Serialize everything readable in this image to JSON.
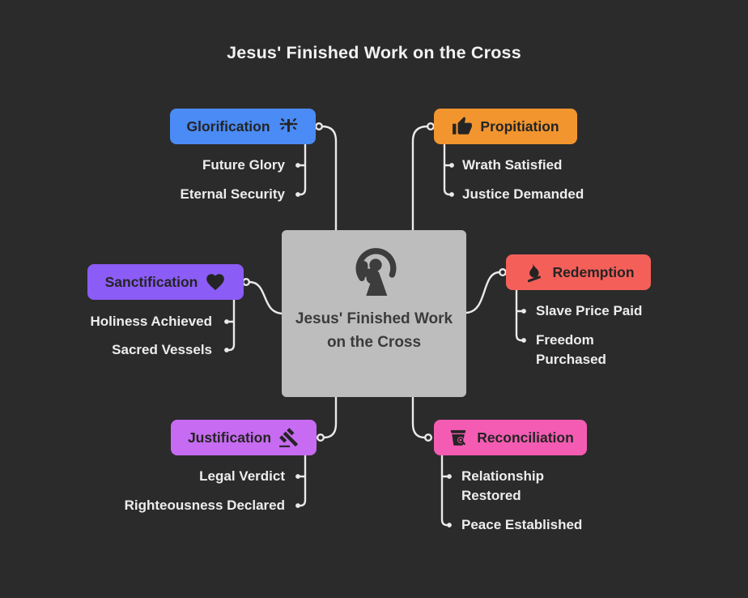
{
  "title": "Jesus' Finished Work on the Cross",
  "colors": {
    "background": "#2B2B2B",
    "wire": "#EAEAEA",
    "item_text": "#EDEDED",
    "node_text": "#242424",
    "center_bg": "#BDBDBD",
    "center_text": "#3B3B3B"
  },
  "center": {
    "label": "Jesus' Finished Work on the Cross",
    "icon": "person-praising-icon"
  },
  "branches": [
    {
      "label": "Glorification",
      "icon": "shining-cross-icon",
      "color": "#4A8BF5",
      "children": [
        "Future Glory",
        "Eternal Security"
      ]
    },
    {
      "label": "Propitiation",
      "icon": "thumbs-up-icon",
      "color": "#F2952E",
      "children": [
        "Wrath Satisfied",
        "Justice Demanded"
      ]
    },
    {
      "label": "Sanctification",
      "icon": "heart-icon",
      "color": "#8B5CF6",
      "children": [
        "Holiness Achieved",
        "Sacred Vessels"
      ]
    },
    {
      "label": "Redemption",
      "icon": "flame-icon",
      "color": "#F46059",
      "children": [
        "Slave Price Paid",
        "Freedom Purchased"
      ]
    },
    {
      "label": "Justification",
      "icon": "gavel-icon",
      "color": "#C76BF2",
      "children": [
        "Legal Verdict",
        "Righteousness Declared"
      ]
    },
    {
      "label": "Reconciliation",
      "icon": "bin-search-icon",
      "color": "#F45CB3",
      "children": [
        "Relationship Restored",
        "Peace Established"
      ]
    }
  ]
}
